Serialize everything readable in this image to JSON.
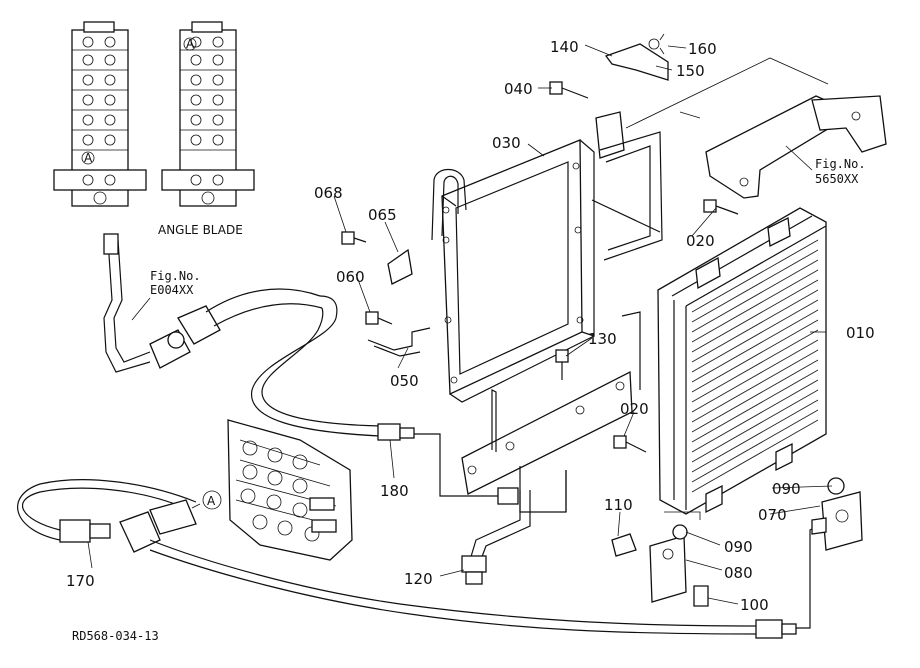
{
  "callouts": [
    {
      "id": "c140",
      "text": "140"
    },
    {
      "id": "c160",
      "text": "160"
    },
    {
      "id": "c150",
      "text": "150"
    },
    {
      "id": "c040",
      "text": "040"
    },
    {
      "id": "c030",
      "text": "030"
    },
    {
      "id": "c068",
      "text": "068"
    },
    {
      "id": "c065",
      "text": "065"
    },
    {
      "id": "c060",
      "text": "060"
    },
    {
      "id": "c050",
      "text": "050"
    },
    {
      "id": "c130",
      "text": "130"
    },
    {
      "id": "c020a",
      "text": "020"
    },
    {
      "id": "c020b",
      "text": "020"
    },
    {
      "id": "c010",
      "text": "010"
    },
    {
      "id": "c180",
      "text": "180"
    },
    {
      "id": "c170",
      "text": "170"
    },
    {
      "id": "c120",
      "text": "120"
    },
    {
      "id": "c110",
      "text": "110"
    },
    {
      "id": "c090a",
      "text": "090"
    },
    {
      "id": "c090b",
      "text": "090"
    },
    {
      "id": "c070",
      "text": "070"
    },
    {
      "id": "c080",
      "text": "080"
    },
    {
      "id": "c100",
      "text": "100"
    }
  ],
  "refs": {
    "fig_5650_title": "Fig.No.",
    "fig_5650_code": "5650XX",
    "fig_e004_title": "Fig.No.",
    "fig_e004_code": "E004XX"
  },
  "texts": {
    "angle_blade": "ANGLE BLADE",
    "drawing_number": "RD568-034-13",
    "marker_a": "A"
  }
}
